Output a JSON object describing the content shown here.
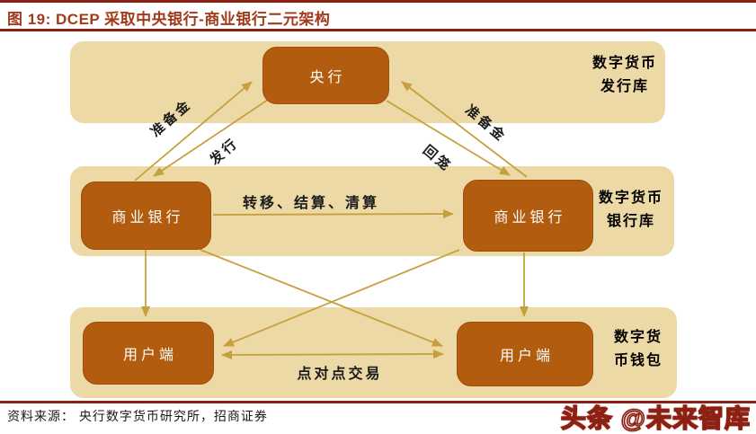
{
  "figure": {
    "title": "图 19: DCEP 采取中央银行-商业银行二元架构"
  },
  "diagram": {
    "nodes": {
      "central_bank": "央行",
      "commercial_bank_left": "商业银行",
      "commercial_bank_right": "商业银行",
      "user_left": "用户端",
      "user_right": "用户端"
    },
    "vaults": {
      "issuance": {
        "line1": "数字货币",
        "line2": "发行库"
      },
      "bank": {
        "line1": "数字货币",
        "line2": "银行库"
      },
      "wallet": {
        "line1": "数字货",
        "line2": "币钱包"
      }
    },
    "edges": {
      "reserve_left": "准备金",
      "issue": "发行",
      "reserve_right": "准备金",
      "recall": "回笼",
      "transfer": "转移、结算、清算",
      "p2p": "点对点交易"
    }
  },
  "footer": {
    "source": "资料来源： 央行数字货币研究所，招商证券",
    "watermark": "头条 @未来智库"
  },
  "colors": {
    "accent_maroon": "#8c2012",
    "title_text": "#a23a1c",
    "band_fill": "#ecd9a6",
    "node_fill": "#b25c0f",
    "node_text": "#ffffff",
    "arrow_gold": "#c6a03c"
  }
}
